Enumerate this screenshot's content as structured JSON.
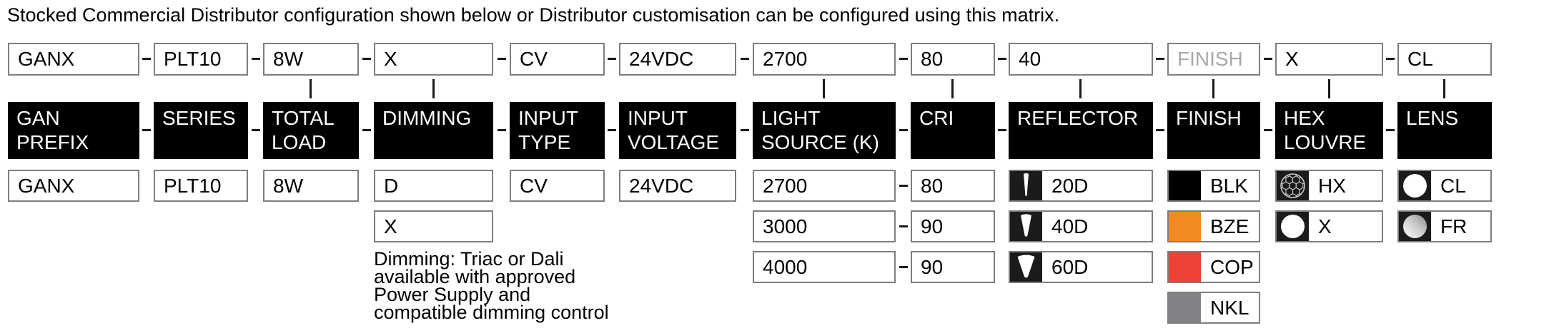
{
  "title": "Stocked Commercial Distributor configuration shown below or Distributor customisation can be configured using this matrix.",
  "top_row": {
    "gan_prefix": "GANX",
    "series": "PLT10",
    "total_load": "8W",
    "dimming": "X",
    "input_type": "CV",
    "input_voltage": "24VDC",
    "light_source": "2700",
    "cri": "80",
    "reflector": "40",
    "finish_placeholder": "FINISH",
    "hex_louvre": "X",
    "lens": "CL"
  },
  "headers": {
    "gan_prefix": "GAN\nPREFIX",
    "series": "SERIES",
    "total_load": "TOTAL\nLOAD",
    "dimming": "DIMMING",
    "input_type": "INPUT\nTYPE",
    "input_voltage": "INPUT\nVOLTAGE",
    "light_source": "LIGHT\nSOURCE (K)",
    "cri": "CRI",
    "reflector": "REFLECTOR",
    "finish": "FINISH",
    "hex_louvre": "HEX\nLOUVRE",
    "lens": "LENS"
  },
  "options": {
    "gan_prefix": [
      "GANX"
    ],
    "series": [
      "PLT10"
    ],
    "total_load": [
      "8W"
    ],
    "dimming": [
      "D",
      "X"
    ],
    "input_type": [
      "CV"
    ],
    "input_voltage": [
      "24VDC"
    ],
    "light_source": [
      "2700",
      "3000",
      "4000"
    ],
    "cri": [
      "80",
      "90",
      "90"
    ],
    "reflector": [
      {
        "icon": "beam-20d-icon",
        "label": "20D"
      },
      {
        "icon": "beam-40d-icon",
        "label": "40D"
      },
      {
        "icon": "beam-60d-icon",
        "label": "60D"
      }
    ],
    "finish": [
      {
        "icon": "black-swatch",
        "swatch": "#000000",
        "label": "BLK"
      },
      {
        "icon": "bronze-swatch",
        "swatch": "#F18A21",
        "label": "BZE"
      },
      {
        "icon": "copper-swatch",
        "swatch": "#EF4136",
        "label": "COP"
      },
      {
        "icon": "nickel-swatch",
        "swatch": "#808285",
        "label": "NKL"
      }
    ],
    "hex_louvre": [
      {
        "icon": "hex-louvre-icon",
        "label": "HX"
      },
      {
        "icon": "no-louvre-icon",
        "label": "X"
      }
    ],
    "lens": [
      {
        "icon": "clear-lens-icon",
        "label": "CL"
      },
      {
        "icon": "frosted-lens-icon",
        "label": "FR"
      }
    ]
  },
  "notes": {
    "dimming": "Dimming: Triac or Dali\navailable with approved\nPower Supply and\ncompatible dimming control"
  },
  "colors": {
    "placeholder_text": "#A7A9AC",
    "box_border": "#7E7E7E",
    "header_bg": "#000000",
    "bronze": "#F18A21",
    "copper": "#EF4136",
    "nickel": "#808285"
  }
}
